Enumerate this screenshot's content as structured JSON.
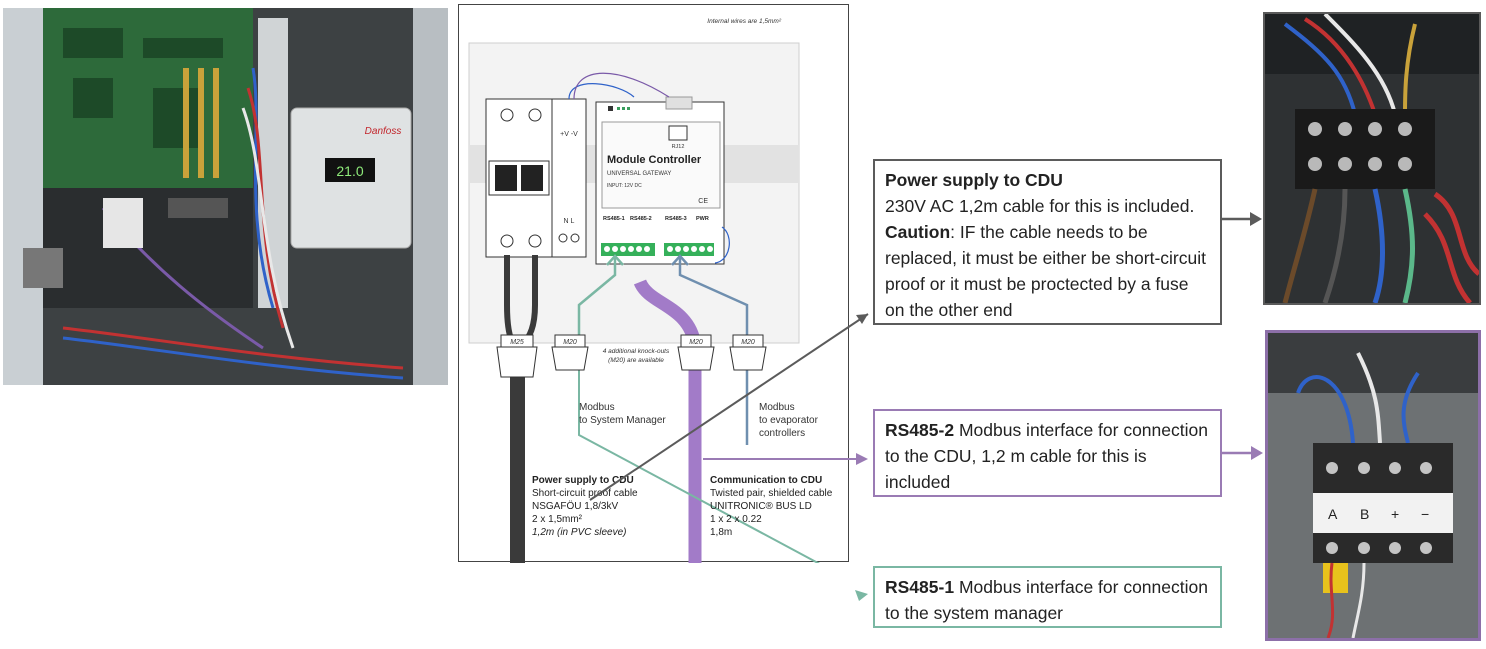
{
  "diagram": {
    "internal_wires_note": "Internal wires are 1,5mm²",
    "module_controller": {
      "title": "Module Controller",
      "subtitle": "UNIVERSAL GATEWAY",
      "input": "INPUT: 12V DC",
      "rj12": "RJ12",
      "ce": "CE"
    },
    "ports": {
      "rs485_1": "RS485-1",
      "rs485_2": "RS485-2",
      "rs485_3": "RS485-3",
      "pwr": "PWR"
    },
    "breaker_labels": {
      "plus_minus": "+V  -V",
      "n_l": "N   L"
    },
    "glands": {
      "m25": "M25",
      "m20_a": "M20",
      "m20_b": "M20",
      "m20_c": "M20"
    },
    "knockouts_note_1": "4 additional knock-outs",
    "knockouts_note_2": "(M20) are available",
    "modbus_sys_1": "Modbus",
    "modbus_sys_2": "to System Manager",
    "modbus_evap_1": "Modbus",
    "modbus_evap_2": "to evaporator",
    "modbus_evap_3": "controllers",
    "power_cdu": {
      "title": "Power supply to CDU",
      "line1": "Short-circuit proof cable",
      "line2": "NSGAFÖU 1,8/3kV",
      "line3": "2 x 1,5mm²",
      "line4": "1,2m (in PVC sleeve)"
    },
    "comm_cdu": {
      "title": "Communication to CDU",
      "line1": "Twisted pair, shielded cable",
      "line2": "UNITRONIC® BUS LD",
      "line3": "1 x 2 x 0.22",
      "line4": "1,8m"
    }
  },
  "callouts": {
    "cdu": {
      "title": "Power supply to CDU",
      "line1": "230V AC 1,2m cable for this is included.",
      "caution_label": "Caution",
      "caution_text": ": IF the cable needs to be replaced, it must be either be short-circuit proof or it must be proctected by a fuse on the other end"
    },
    "rs485_2": {
      "label": "RS485-2",
      "text": " Modbus interface for connection to the CDU, 1,2 m cable for this is included"
    },
    "rs485_1": {
      "label": "RS485-1",
      "text": " Modbus interface for connection to the system manager"
    }
  },
  "photos": {
    "left": {
      "display_reading": "21.0",
      "brand": "Danfoss"
    },
    "bottom_right": {
      "terminal_labels": [
        "A",
        "B",
        "+",
        "−"
      ]
    }
  },
  "colors": {
    "green_line": "#7ab7a3",
    "purple_line": "#9a7bb4",
    "gray_line": "#5b5b5b",
    "power_cable": "#3a3a3a"
  }
}
